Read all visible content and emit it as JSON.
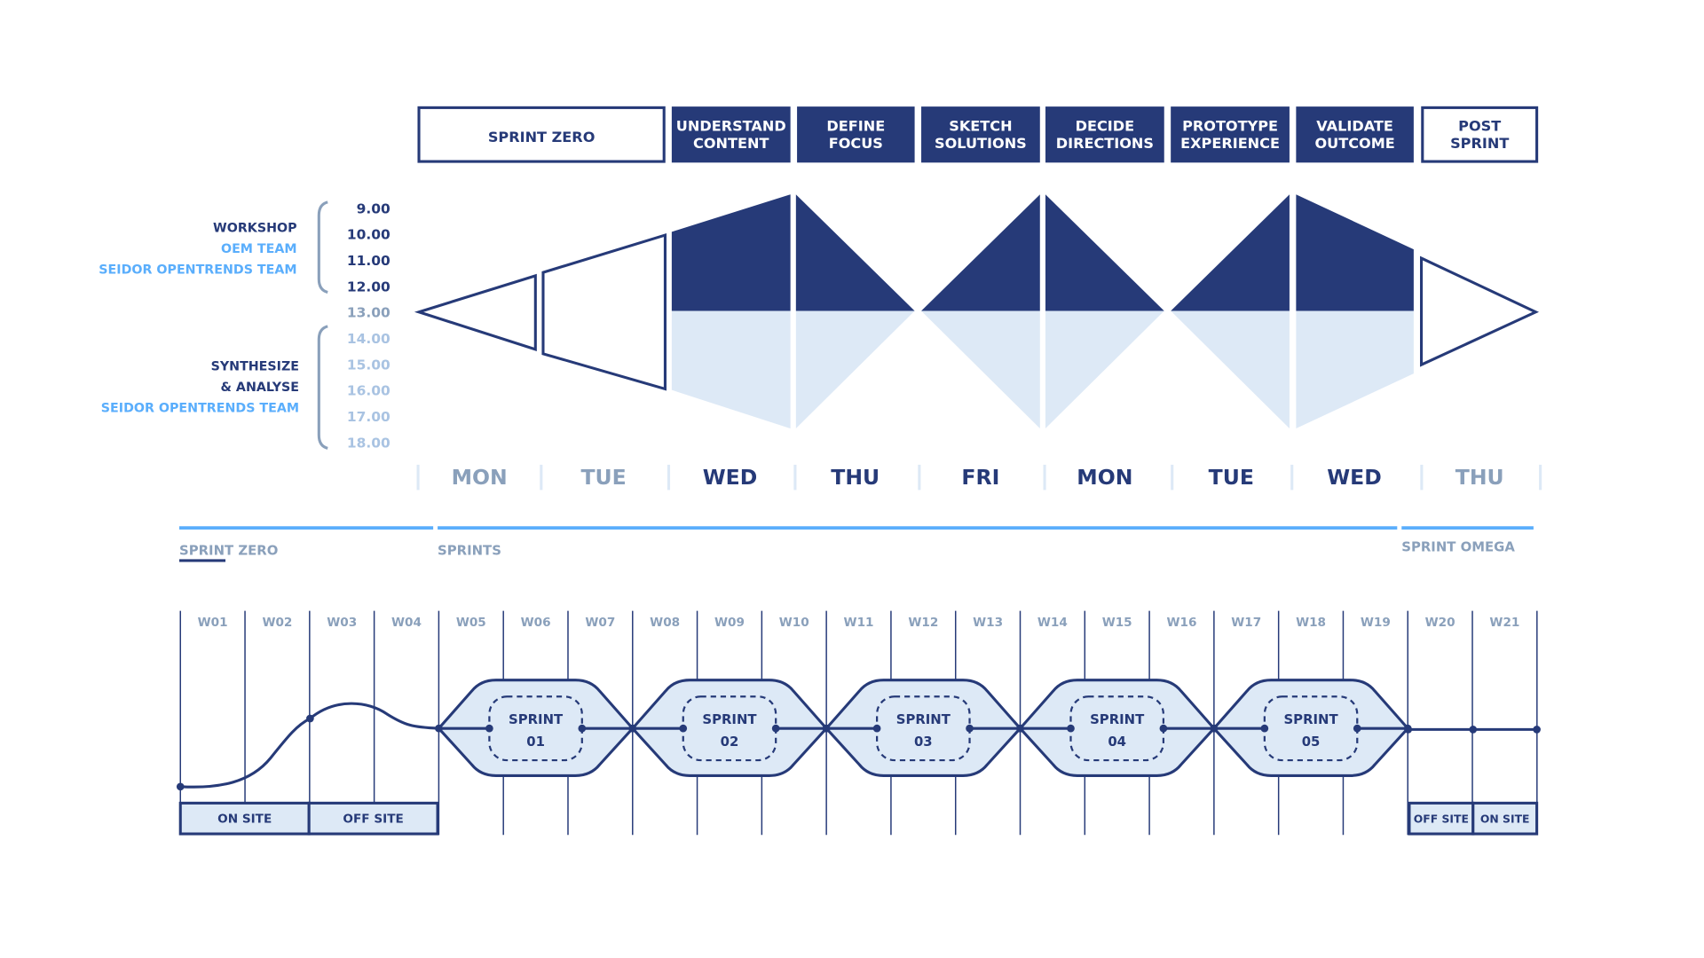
{
  "colors": {
    "navy": "#263a78",
    "light": "#dde9f6",
    "accent": "#5aaefc",
    "grey": "#8aa0bb",
    "pale": "#a9c3e2"
  },
  "phases": [
    {
      "l1": "SPRINT ZERO",
      "l2": "",
      "style": "outline"
    },
    {
      "l1": "UNDERSTAND",
      "l2": "CONTENT",
      "style": "filled"
    },
    {
      "l1": "DEFINE",
      "l2": "FOCUS",
      "style": "filled"
    },
    {
      "l1": "SKETCH",
      "l2": "SOLUTIONS",
      "style": "filled"
    },
    {
      "l1": "DECIDE",
      "l2": "DIRECTIONS",
      "style": "filled"
    },
    {
      "l1": "PROTOTYPE",
      "l2": "EXPERIENCE",
      "style": "filled"
    },
    {
      "l1": "VALIDATE",
      "l2": "OUTCOME",
      "style": "filled"
    },
    {
      "l1": "POST",
      "l2": "SPRINT",
      "style": "outline"
    }
  ],
  "legend": {
    "workshop": {
      "title": "WORKSHOP",
      "team1": "OEM TEAM",
      "team2": "SEIDOR OPENTRENDS TEAM"
    },
    "synth": {
      "title1": "SYNTHESIZE",
      "title2": "& ANALYSE",
      "team": "SEIDOR OPENTRENDS TEAM"
    }
  },
  "times": [
    {
      "t": "9.00",
      "tone": "navy"
    },
    {
      "t": "10.00",
      "tone": "navy"
    },
    {
      "t": "11.00",
      "tone": "navy"
    },
    {
      "t": "12.00",
      "tone": "navy"
    },
    {
      "t": "13.00",
      "tone": "grey"
    },
    {
      "t": "14.00",
      "tone": "pale"
    },
    {
      "t": "15.00",
      "tone": "pale"
    },
    {
      "t": "16.00",
      "tone": "pale"
    },
    {
      "t": "17.00",
      "tone": "pale"
    },
    {
      "t": "18.00",
      "tone": "pale"
    }
  ],
  "days": [
    {
      "d": "MON",
      "tone": "grey"
    },
    {
      "d": "TUE",
      "tone": "grey"
    },
    {
      "d": "WED",
      "tone": "navy"
    },
    {
      "d": "THU",
      "tone": "navy"
    },
    {
      "d": "FRI",
      "tone": "navy"
    },
    {
      "d": "MON",
      "tone": "navy"
    },
    {
      "d": "TUE",
      "tone": "navy"
    },
    {
      "d": "WED",
      "tone": "navy"
    },
    {
      "d": "THU",
      "tone": "grey"
    }
  ],
  "stages": {
    "zero": "SPRINT ZERO",
    "sprints": "SPRINTS",
    "omega": "SPRINT OMEGA"
  },
  "weeks": [
    "W01",
    "W02",
    "W03",
    "W04",
    "W05",
    "W06",
    "W07",
    "W08",
    "W09",
    "W10",
    "W11",
    "W12",
    "W13",
    "W14",
    "W15",
    "W16",
    "W17",
    "W18",
    "W19",
    "W20",
    "W21"
  ],
  "sprints": [
    {
      "label": "SPRINT",
      "num": "01"
    },
    {
      "label": "SPRINT",
      "num": "02"
    },
    {
      "label": "SPRINT",
      "num": "03"
    },
    {
      "label": "SPRINT",
      "num": "04"
    },
    {
      "label": "SPRINT",
      "num": "05"
    }
  ],
  "sites_start": [
    "ON SITE",
    "OFF SITE"
  ],
  "sites_end": [
    "OFF SITE",
    "ON SITE"
  ]
}
